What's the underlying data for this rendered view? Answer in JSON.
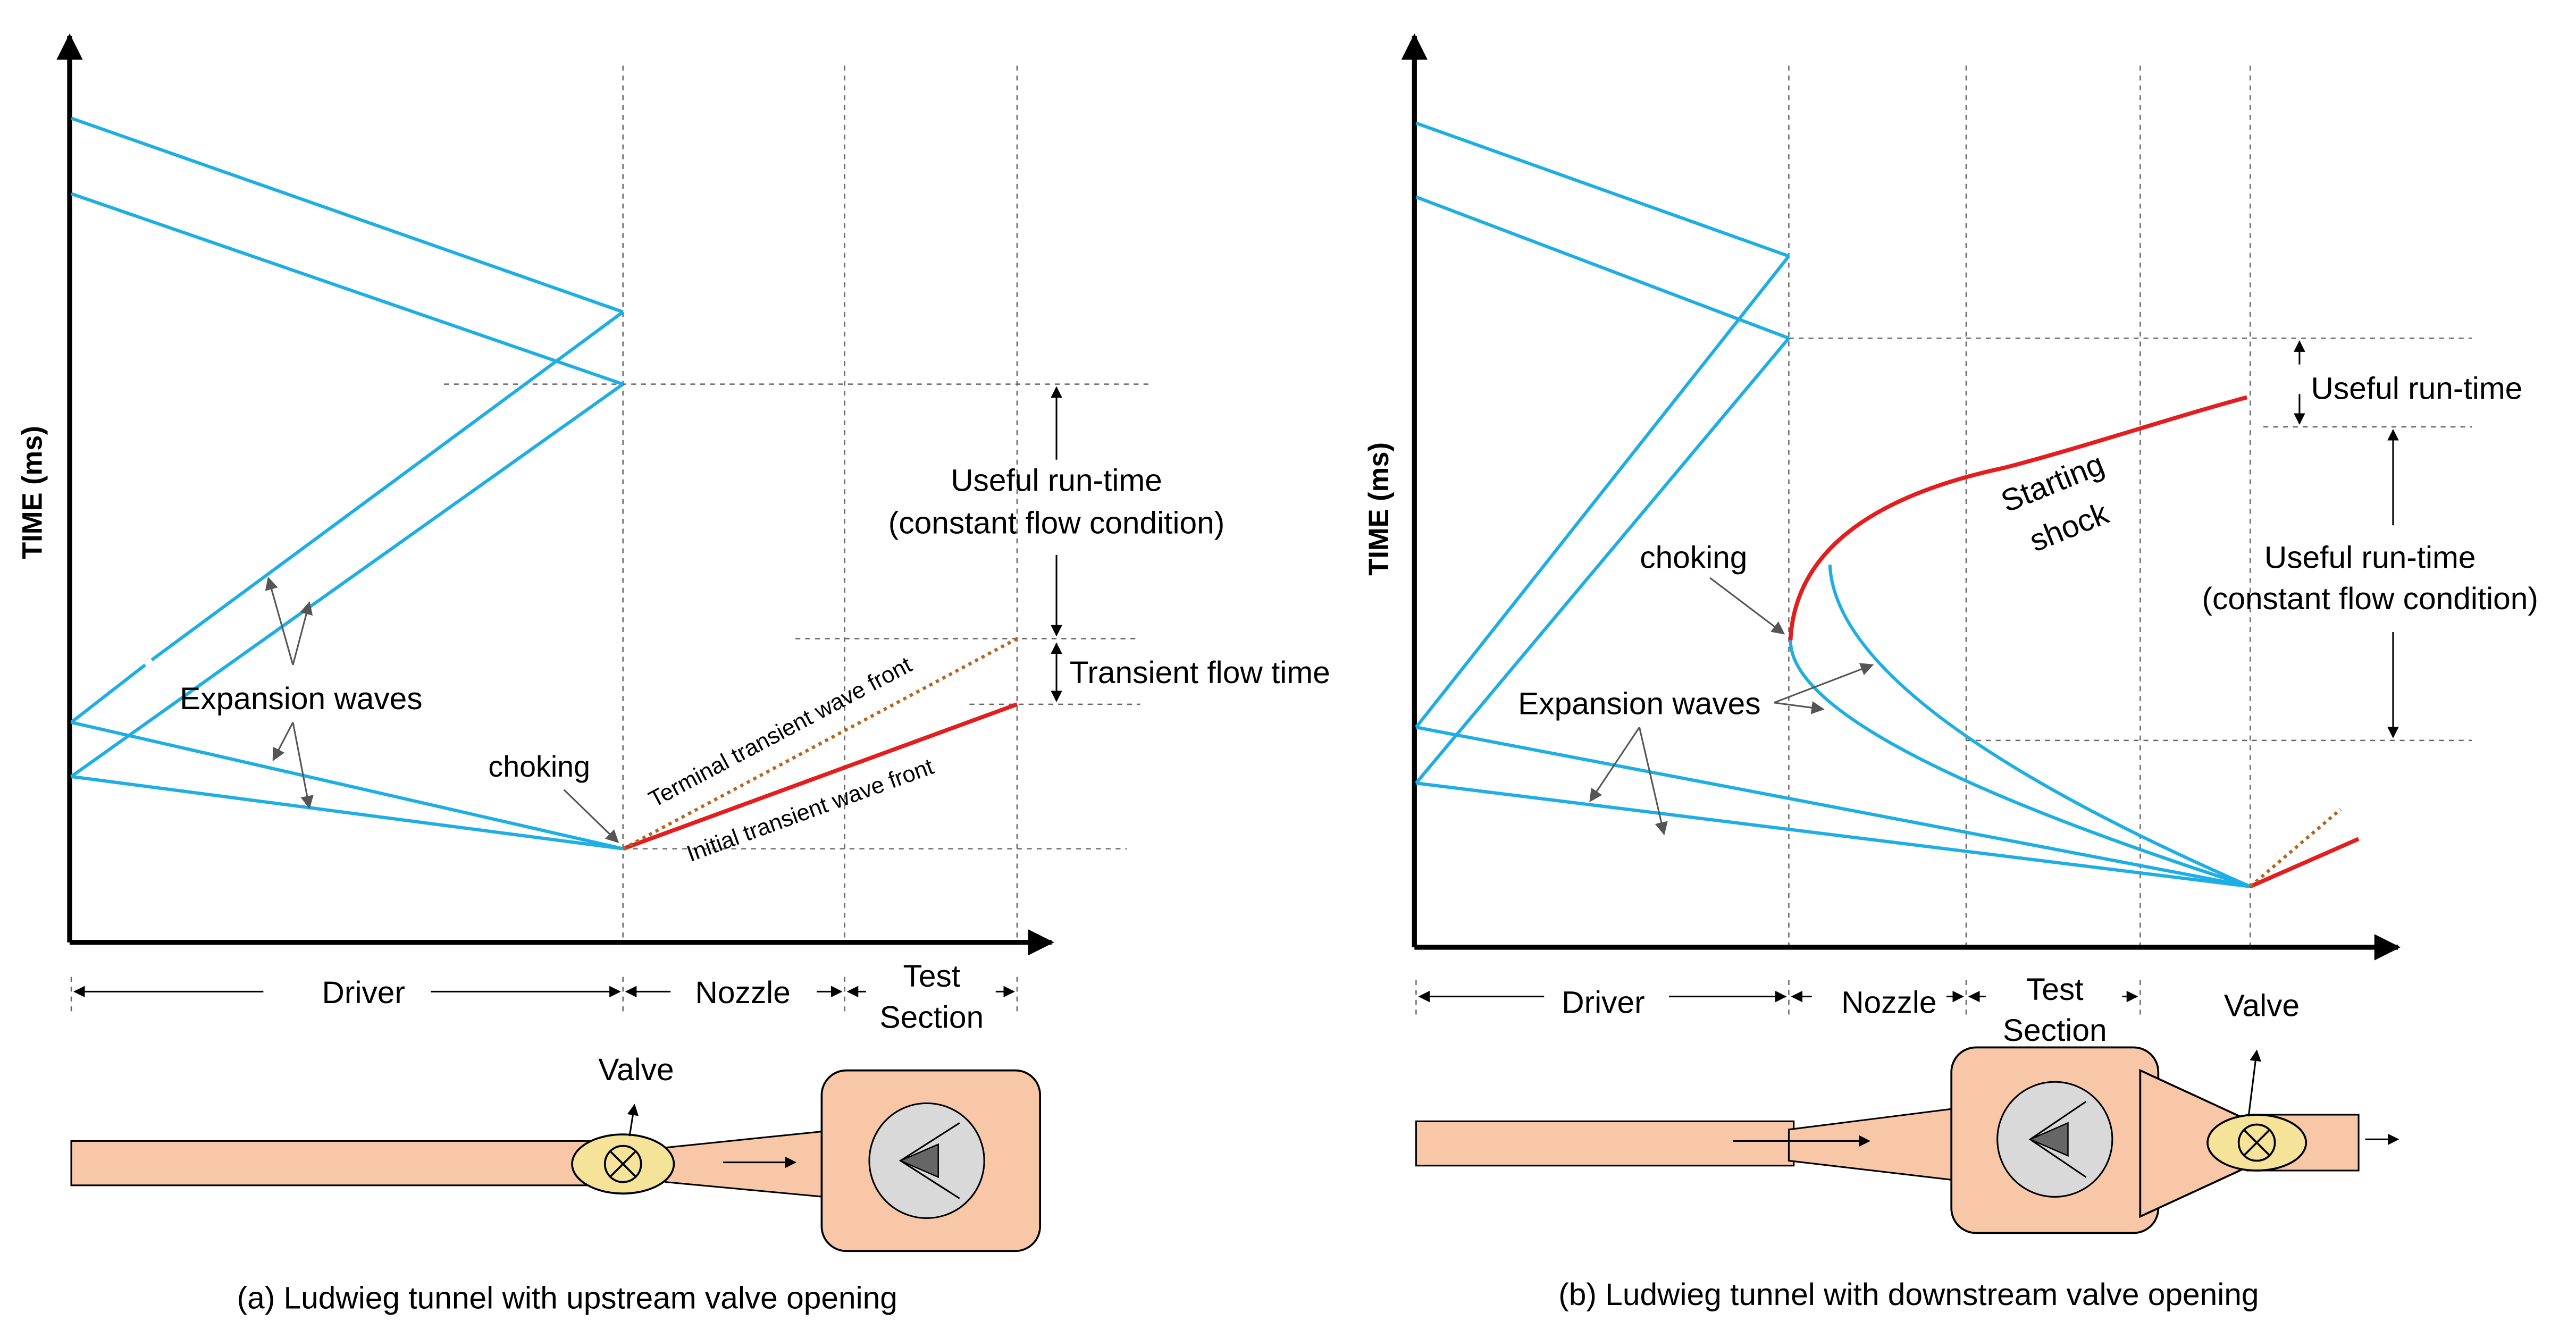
{
  "colors": {
    "wave": "#1EAEE6",
    "transient": "#E41E1E",
    "terminal_dotted": "#B5651D",
    "tunnel_fill": "#F7C7A8",
    "valve_fill": "#F5E39A",
    "grey_arrow": "#555555",
    "guide": "#666666"
  },
  "axes": {
    "time_label": "TIME (ms)"
  },
  "panel_a": {
    "caption": "(a) Ludwieg tunnel with upstream valve opening",
    "expansion_waves": "Expansion waves",
    "choking": "choking",
    "terminal_front": "Terminal transient wave front",
    "initial_front": "Initial transient wave front",
    "useful_run_time_1": "Useful run-time",
    "useful_run_time_2": "(constant flow condition)",
    "transient_flow_time": "Transient flow time",
    "driver": "Driver",
    "nozzle": "Nozzle",
    "test_1": "Test",
    "test_2": "Section",
    "valve": "Valve"
  },
  "panel_b": {
    "caption": "(b) Ludwieg tunnel with downstream valve opening",
    "expansion_waves": "Expansion waves",
    "choking": "choking",
    "starting_1": "Starting",
    "starting_2": "shock",
    "useful_run_time": "Useful run-time",
    "useful_run_time_const_1": "Useful run-time",
    "useful_run_time_const_2": "(constant flow condition)",
    "driver": "Driver",
    "nozzle": "Nozzle",
    "test_1": "Test",
    "test_2": "Section",
    "valve": "Valve"
  }
}
